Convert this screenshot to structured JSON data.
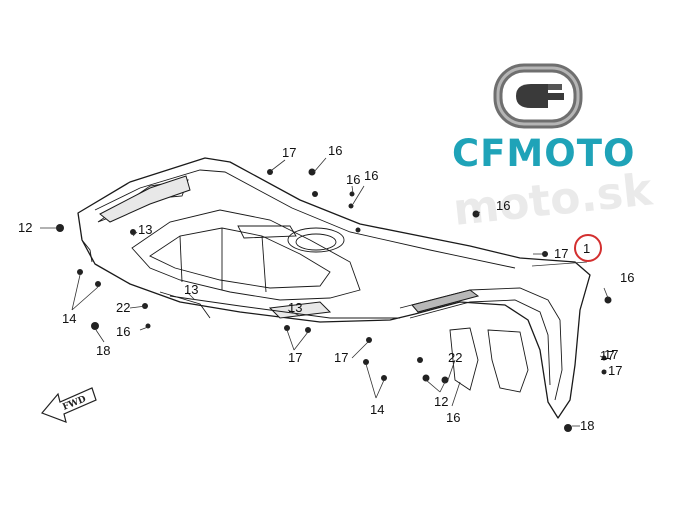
{
  "brand": {
    "name": "CFMOTO",
    "color": "#1fa3b8",
    "logo_icon": "cfmoto-logo-icon"
  },
  "watermark": {
    "text": "moto.sk"
  },
  "highlight": {
    "label": "1",
    "color": "#d32f2f"
  },
  "fwd_label": "FWD",
  "callouts": [
    {
      "id": "c17a",
      "label": "17"
    },
    {
      "id": "c16a",
      "label": "16"
    },
    {
      "id": "c16b",
      "label": "16"
    },
    {
      "id": "c16c",
      "label": "16"
    },
    {
      "id": "c17b",
      "label": "17"
    },
    {
      "id": "c16d",
      "label": "16"
    },
    {
      "id": "c12a",
      "label": "12"
    },
    {
      "id": "c13a",
      "label": "13"
    },
    {
      "id": "c17c",
      "label": "17"
    },
    {
      "id": "c16e",
      "label": "16"
    },
    {
      "id": "c14a",
      "label": "14"
    },
    {
      "id": "c22a",
      "label": "22"
    },
    {
      "id": "c16f",
      "label": "16"
    },
    {
      "id": "c13b",
      "label": "13"
    },
    {
      "id": "c13c",
      "label": "13"
    },
    {
      "id": "c18a",
      "label": "18"
    },
    {
      "id": "c17d",
      "label": "17"
    },
    {
      "id": "c17e",
      "label": "17"
    },
    {
      "id": "c22b",
      "label": "22"
    },
    {
      "id": "c17f",
      "label": "17"
    },
    {
      "id": "c17g",
      "label": "17"
    },
    {
      "id": "c14b",
      "label": "14"
    },
    {
      "id": "c12b",
      "label": "12"
    },
    {
      "id": "c16g",
      "label": "16"
    },
    {
      "id": "c18b",
      "label": "18"
    }
  ]
}
